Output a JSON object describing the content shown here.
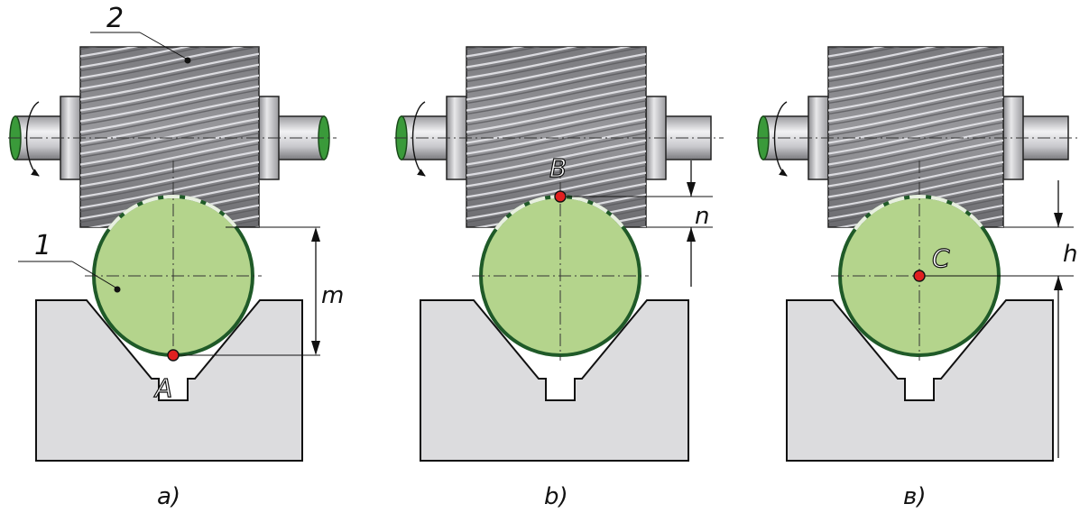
{
  "panels": [
    {
      "caption": "a)",
      "point": "A",
      "dimension": "m",
      "callout_top": "2",
      "callout_left": "1"
    },
    {
      "caption": "b)",
      "point": "B",
      "dimension": "n"
    },
    {
      "caption": "в)",
      "point": "C",
      "dimension": "h"
    }
  ],
  "colors": {
    "blank_fill": "#b4d48c",
    "blank_stroke": "#1f5a28",
    "block_fill": "#dcdcde",
    "point_red": "#e02020",
    "shaft_end_green": "#3a9a3a",
    "cutter_dark": "#5a5a5e",
    "cutter_light": "#e6e6ea"
  }
}
